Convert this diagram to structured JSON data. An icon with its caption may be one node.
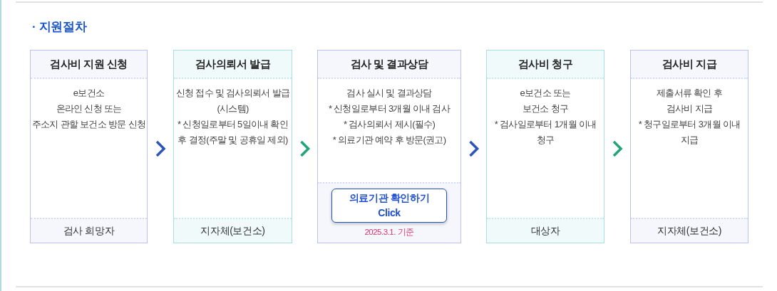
{
  "diagram": {
    "title": "· 지원절차",
    "nodes": [
      {
        "text": [
          "검사비 지원 신청",
          "e보건소 온라인 신청 또는 주소지 관할 보건소 방문 신청",
          "검사 희망자"
        ]
      },
      {
        "text": [
          "검사의뢰서 발급",
          "신청 접수 및 검사의뢰서 발급 (시스템)",
          "* 신청일로부터 5일이내 확인 후 결정(주말 및 공휴일 제외)",
          "지자체(보건소)"
        ]
      },
      {
        "text": [
          "검사 및 결과상담",
          "검사 실시 및 결과상담",
          "* 신청일로부터 3개월 이내 검사",
          "* 검사의뢰서 제시(필수)",
          "* 의료기관 예약 후 방문(권고)",
          "2025.3.1. 기준"
        ]
      },
      {
        "text": [
          "의료기관 확인하기 Click"
        ],
        "in": 2
      },
      {
        "text": [
          "검사비 청구",
          "e보건소 또는 보건소 청구",
          "* 검사일로부터 1개월 이내 청구",
          "대상자"
        ]
      },
      {
        "text": [
          "검사비 지급",
          "제출서류 확인 후 검사비 지급",
          "* 청구일로부터 3개월 이내 지급",
          "지자체(보건소)"
        ]
      }
    ],
    "edges": [
      {
        "from": 0,
        "to": 1,
        "arrow": "to",
        "color": "#2e56b8"
      },
      {
        "from": 1,
        "to": 2,
        "arrow": "to",
        "color": "#22a37a"
      },
      {
        "from": 2,
        "to": 4,
        "arrow": "to",
        "color": "#2e56b8"
      },
      {
        "from": 4,
        "to": 5,
        "arrow": "to",
        "color": "#22a37a"
      }
    ]
  }
}
